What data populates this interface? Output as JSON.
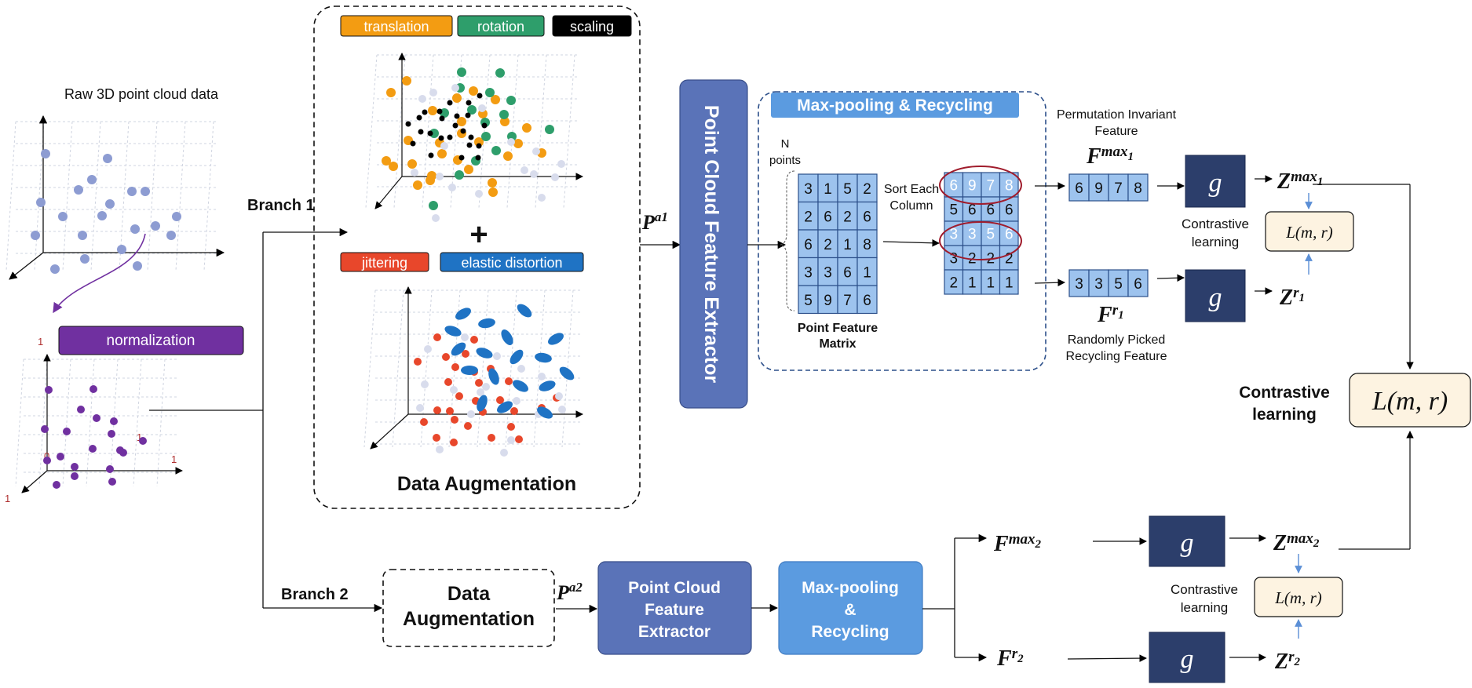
{
  "raw": {
    "title": "Raw 3D point cloud data",
    "normalization": "normalization",
    "axis_one": "1",
    "axis_zero": "0"
  },
  "branch1": "Branch 1",
  "branch2": "Branch 2",
  "augmentation": {
    "tags_top": [
      "translation",
      "rotation",
      "scaling"
    ],
    "plus": "+",
    "tags_bottom": [
      "jittering",
      "elastic distortion"
    ],
    "title": "Data Augmentation"
  },
  "extractor": {
    "label": "Point Cloud Feature Extractor",
    "input_base": "P",
    "input_sup": "a1"
  },
  "maxpool": {
    "title": "Max-pooling & Recycling",
    "n_points": [
      "N",
      "points"
    ],
    "matrix_label": [
      "Point Feature",
      "Matrix"
    ],
    "sort_label": [
      "Sort Each",
      "Column"
    ],
    "matrix": [
      [
        3,
        1,
        5,
        2
      ],
      [
        2,
        6,
        2,
        6
      ],
      [
        6,
        2,
        1,
        8
      ],
      [
        3,
        3,
        6,
        1
      ],
      [
        5,
        9,
        7,
        6
      ]
    ],
    "sorted": [
      [
        6,
        9,
        7,
        8
      ],
      [
        5,
        6,
        6,
        6
      ],
      [
        3,
        3,
        5,
        6
      ],
      [
        3,
        2,
        2,
        2
      ],
      [
        2,
        1,
        1,
        1
      ]
    ]
  },
  "features": {
    "perm_label": [
      "Permutation Invariant",
      "Feature"
    ],
    "fmax_base": "F",
    "fmax_sup": "max",
    "fmax_sub": "1",
    "fmax_values": [
      6,
      9,
      7,
      8
    ],
    "fr_base": "F",
    "fr_sup": "r",
    "fr_sub": "1",
    "fr_values": [
      3,
      3,
      5,
      6
    ],
    "recycle_label": [
      "Randomly Picked",
      "Recycling Feature"
    ],
    "g": "g",
    "z_base": "Z",
    "z_max_sup": "max",
    "z_max_sub": "1",
    "z_r_sup": "r",
    "z_r_sub": "1",
    "contrastive": [
      "Contrastive",
      "learning"
    ],
    "loss": "L(m, r)"
  },
  "final": {
    "contrastive": [
      "Contrastive",
      "learning"
    ],
    "loss": "L(m, r)"
  },
  "branch2_flow": {
    "aug": [
      "Data",
      "Augmentation"
    ],
    "input_base": "P",
    "input_sup": "a2",
    "extractor": [
      "Point Cloud",
      "Feature",
      "Extractor"
    ],
    "maxpool": [
      "Max-pooling",
      "&",
      "Recycling"
    ],
    "f_base": "F",
    "fmax_sup": "max",
    "fmax_sub": "2",
    "fr_sup": "r",
    "fr_sub": "2",
    "g": "g",
    "z_base": "Z",
    "z_max_sup": "max",
    "z_max_sub": "2",
    "z_r_sup": "r",
    "z_r_sub": "2",
    "contrastive": [
      "Contrastive",
      "learning"
    ],
    "loss": "L(m, r)"
  },
  "colors": {
    "translation": "#f39c12",
    "rotation": "#2e9e6b",
    "scaling": "#000000",
    "jittering": "#e8472b",
    "elastic": "#1f73c4",
    "normalization": "#7030a0",
    "extractor": "#5a73b8",
    "extractor_light": "#4a78c6",
    "cell": "#9dc3ee",
    "gbox": "#2c3e6b",
    "loss_fill": "#fdf3e1",
    "raw_points": "#8d9cd2",
    "norm_points": "#7030a0"
  }
}
